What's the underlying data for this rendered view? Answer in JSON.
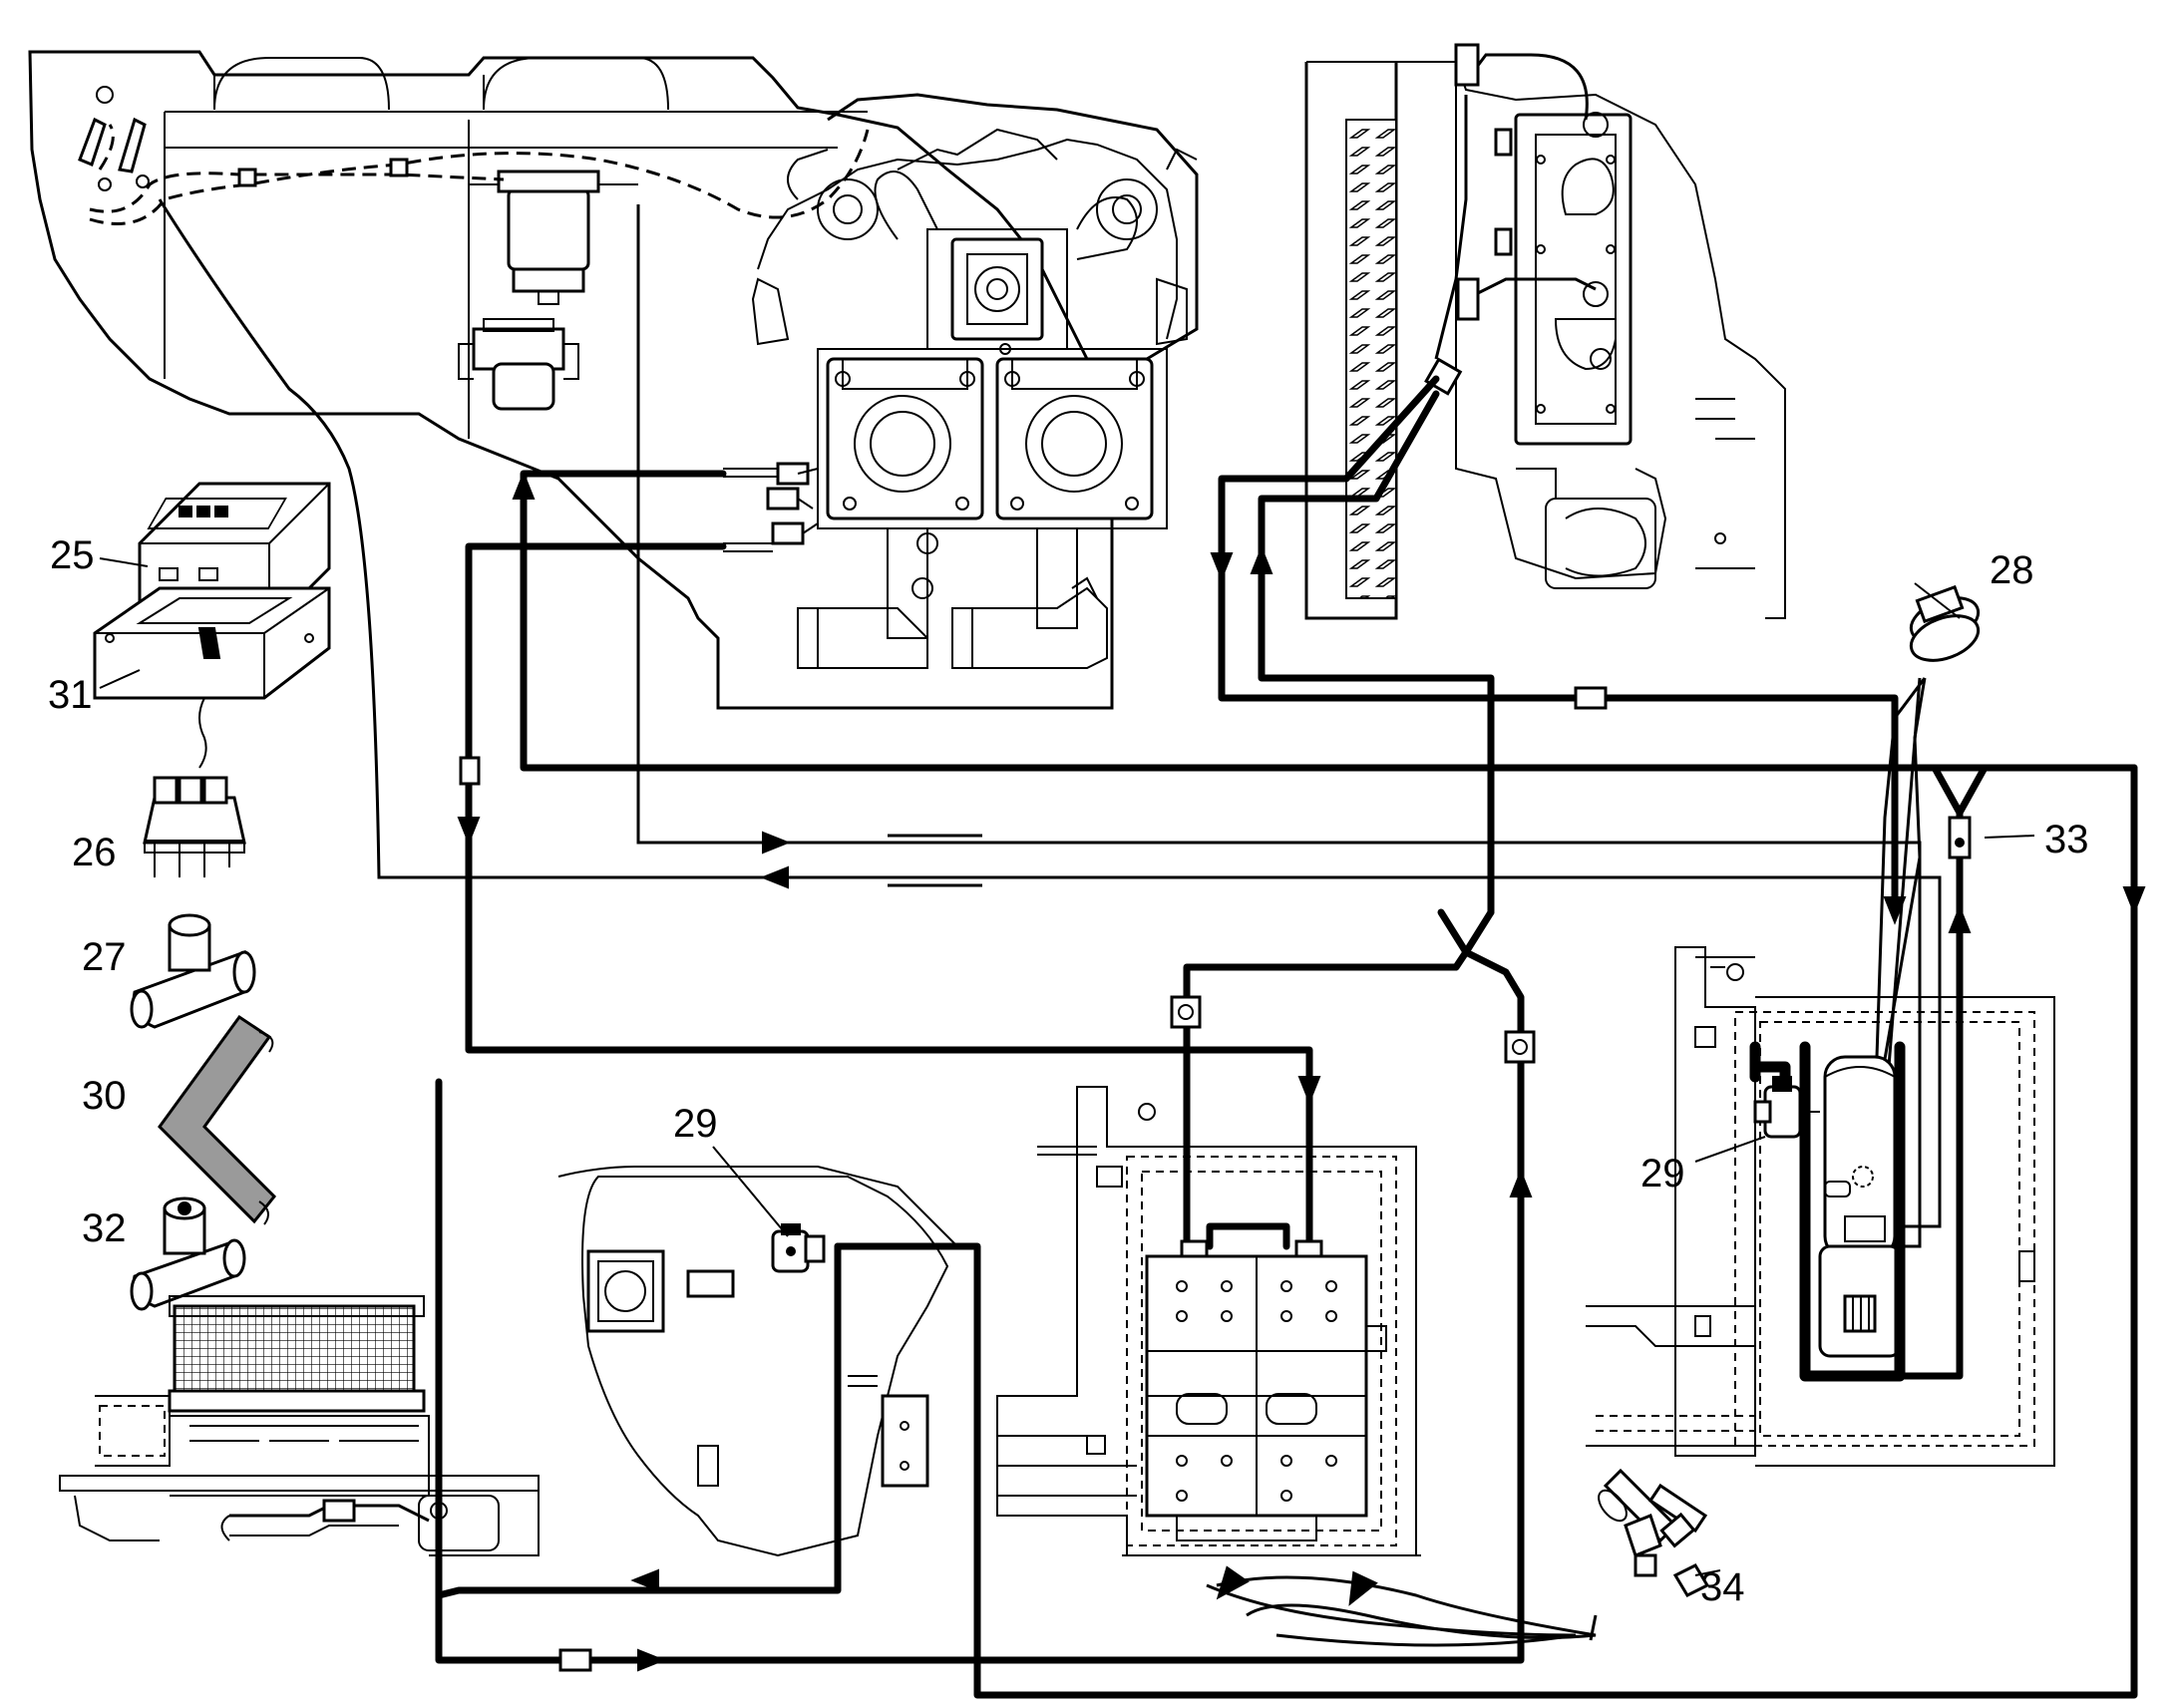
{
  "callouts": {
    "c25": "25",
    "c31": "31",
    "c26": "26",
    "c27": "27",
    "c30": "30",
    "c32": "32",
    "c28": "28",
    "c33": "33",
    "c29_left": "29",
    "c29_right": "29",
    "c34": "34"
  }
}
